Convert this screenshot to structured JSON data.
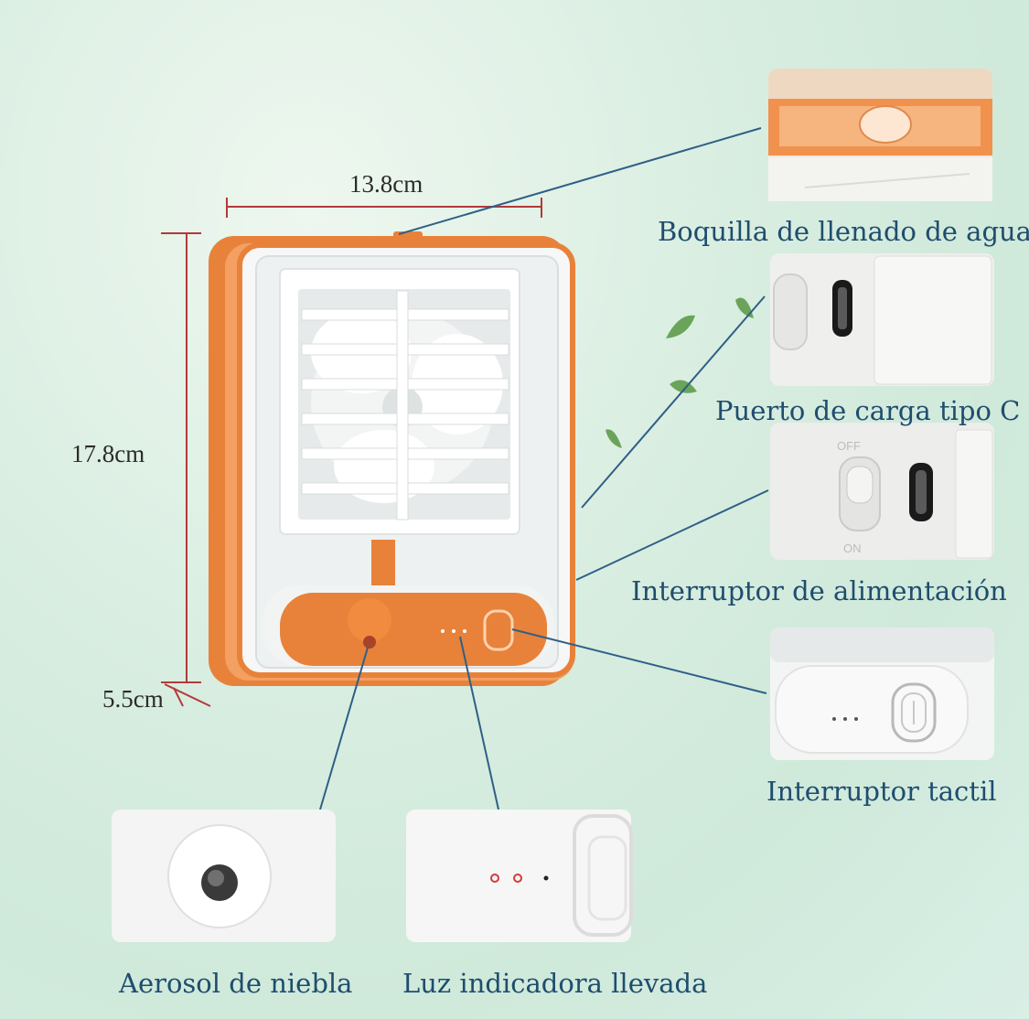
{
  "dimensions": {
    "width": "13.8cm",
    "height": "17.8cm",
    "depth": "5.5cm"
  },
  "features": {
    "water_fill_nozzle": "Boquilla de llenado de agua",
    "charging_port": "Puerto de carga tipo C",
    "power_switch": "Interruptor de alimentación",
    "touch_switch": "Interruptor tactil",
    "mist_spray": "Aerosol de niebla",
    "indicator_light": "Luz indicadora llevada"
  },
  "switch_labels": {
    "off": "OFF",
    "on": "ON"
  },
  "colors": {
    "accent_orange": "#e8823a",
    "line_blue": "#2f5f86",
    "dimension_red": "#b23a3a",
    "caption_blue": "#1f4d6e"
  }
}
